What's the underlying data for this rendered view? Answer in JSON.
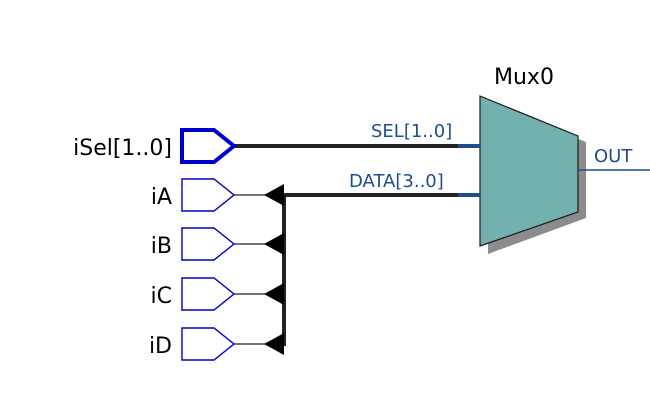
{
  "mux": {
    "name": "Mux0",
    "ports": {
      "sel": "SEL[1..0]",
      "data": "DATA[3..0]",
      "out": "OUT"
    }
  },
  "inputs": {
    "isel": "iSel[1..0]",
    "ia": "iA",
    "ib": "iB",
    "ic": "iC",
    "id": "iD"
  },
  "colors": {
    "mux_fill": "#73b0b0",
    "mux_shadow": "#8c8c8c",
    "pin_outline": "#0000cc",
    "wire": "#222222",
    "port_text": "#1f4e8c"
  }
}
